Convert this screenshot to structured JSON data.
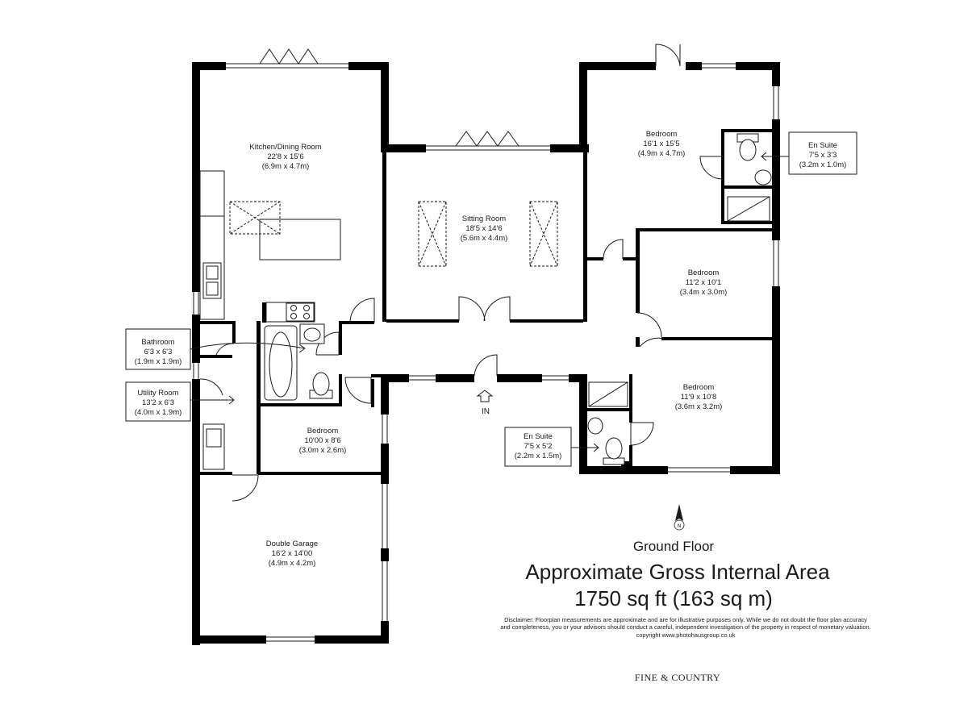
{
  "rooms": {
    "kitchen": {
      "name": "Kitchen/Dining Room",
      "imperial": "22'8 x 15'6",
      "metric": "(6.9m x 4.7m)"
    },
    "sitting": {
      "name": "Sitting Room",
      "imperial": "18'5 x 14'6",
      "metric": "(5.6m x 4.4m)"
    },
    "bedroom_ne": {
      "name": "Bedroom",
      "imperial": "16'1 x 15'5",
      "metric": "(4.9m x 4.7m)"
    },
    "ensuite_ne": {
      "name": "En Suite",
      "imperial": "7'5 x 3'3",
      "metric": "(3.2m x 1.0m)"
    },
    "bedroom_e_mid": {
      "name": "Bedroom",
      "imperial": "11'2 x 10'1",
      "metric": "(3.4m x 3.0m)"
    },
    "bedroom_se": {
      "name": "Bedroom",
      "imperial": "11'9 x 10'8",
      "metric": "(3.6m x 3.2m)"
    },
    "ensuite_se": {
      "name": "En Suite",
      "imperial": "7'5 x 5'2",
      "metric": "(2.2m x 1.5m)"
    },
    "bathroom": {
      "name": "Bathroom",
      "imperial": "6'3 x 6'3",
      "metric": "(1.9m x 1.9m)"
    },
    "utility": {
      "name": "Utility Room",
      "imperial": "13'2 x 6'3",
      "metric": "(4.0m x 1.9m)"
    },
    "bedroom_w": {
      "name": "Bedroom",
      "imperial": "10'00 x 8'6",
      "metric": "(3.0m x 2.6m)"
    },
    "garage": {
      "name": "Double Garage",
      "imperial": "16'2 x 14'00",
      "metric": "(4.9m x 4.2m)"
    }
  },
  "entrance_label": "IN",
  "compass_label": "N",
  "floor_name": "Ground Floor",
  "area_title": "Approximate Gross Internal Area",
  "area_value": "1750 sq ft (163 sq m)",
  "disclaimer": "Disclaimer: Floorplan measurements are approximate and are for illustrative purposes only. While we do not doubt the floor plan accuracy and completeness, you or your advisors should conduct a careful, independent investigation of the property in respect of monetary valuation. copyright www.photohausgroup.co.uk",
  "brand": "FINE & COUNTRY",
  "colors": {
    "wall": "#000000",
    "line": "#1a1a1a",
    "paper": "#ffffff"
  }
}
